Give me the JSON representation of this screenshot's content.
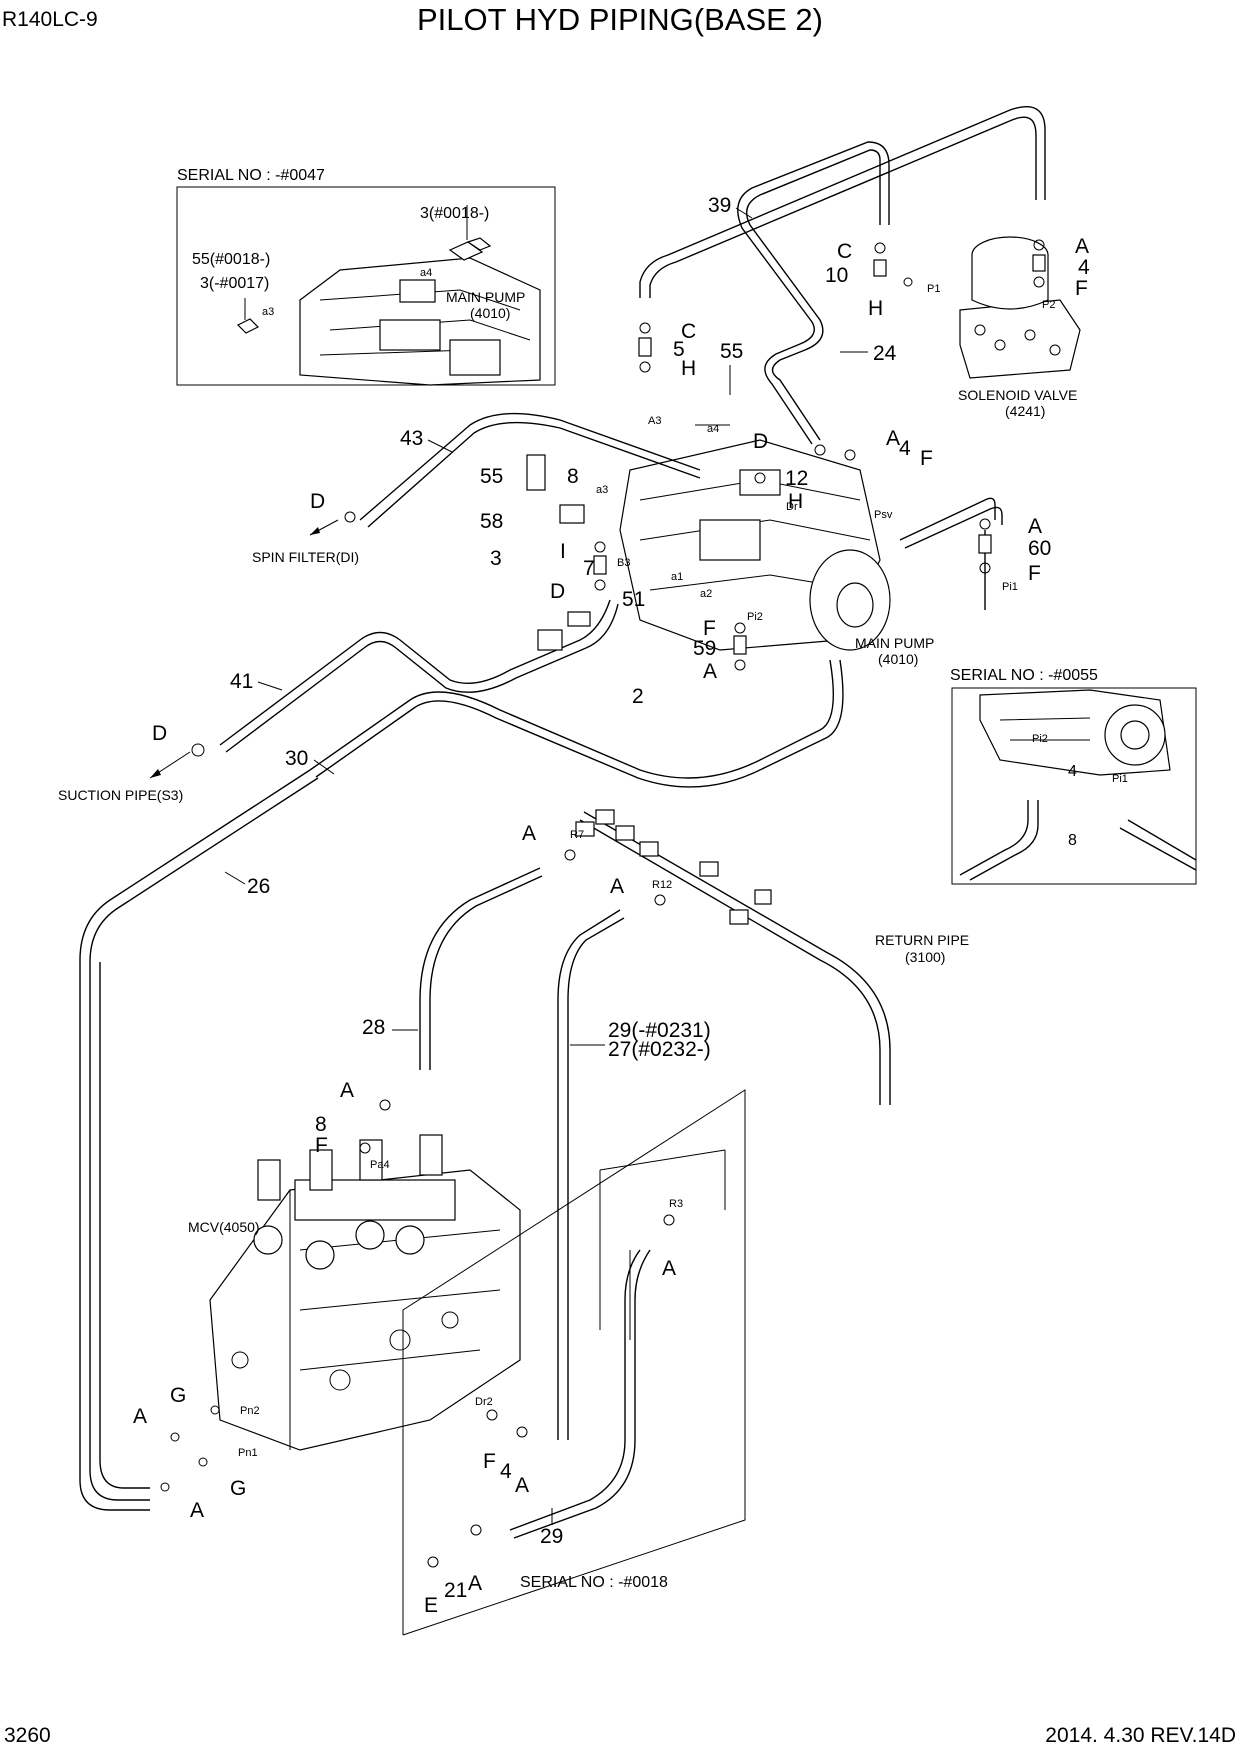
{
  "header": {
    "model": "R140LC-9",
    "title": "PILOT HYD PIPING(BASE 2)"
  },
  "footer": {
    "page": "3260",
    "revision": "2014. 4.30  REV.14D"
  },
  "insets": {
    "top_left": {
      "serial": "SERIAL NO : -#0047",
      "lbl_3": "3(#0018-)",
      "lbl_55": "55(#0018-)",
      "lbl_3b": "3(-#0017)",
      "pump": "MAIN PUMP",
      "pump_no": "(4010)",
      "port_a4": "a4",
      "port_a3": "a3"
    },
    "right": {
      "serial": "SERIAL NO : -#0055",
      "lbl_4": "4",
      "lbl_8": "8",
      "port_pi2": "Pi2",
      "port_pi1": "Pi1"
    },
    "bottom": {
      "serial": "SERIAL NO : -#0018"
    }
  },
  "components": {
    "solenoid": "SOLENOID VALVE",
    "solenoid_no": "(4241)",
    "main_pump": "MAIN PUMP",
    "main_pump_no": "(4010)",
    "mcv": "MCV(4050)",
    "return_pipe": "RETURN PIPE",
    "return_pipe_no": "(3100)",
    "spin_filter": "SPIN FILTER(DI)",
    "suction_pipe": "SUCTION PIPE(S3)"
  },
  "callouts": {
    "n39": "39",
    "n24": "24",
    "n43": "43",
    "n41": "41",
    "n30": "30",
    "n26": "26",
    "n28": "28",
    "n29a": "29(-#0231)",
    "n27": "27(#0232-)",
    "n29": "29",
    "n10": "10",
    "n5": "5",
    "n55": "55",
    "n8": "8",
    "n58": "58",
    "n3": "3",
    "n7": "7",
    "n12": "12",
    "n51": "51",
    "n2": "2",
    "n59": "59",
    "n60": "60",
    "n4a": "4",
    "n4b": "4",
    "n4c": "4",
    "n8b": "8",
    "n21": "21",
    "A": "A",
    "C": "C",
    "D": "D",
    "E": "E",
    "F": "F",
    "G": "G",
    "H": "H",
    "I": "I"
  },
  "ports": {
    "P1": "P1",
    "P2": "P2",
    "A3": "A3",
    "a4": "a4",
    "a3": "a3",
    "a1": "a1",
    "a2": "a2",
    "B3": "B3",
    "Dr": "Dr",
    "Psv": "Psv",
    "Pi1": "Pi1",
    "Pi2": "Pi2",
    "R7": "R7",
    "R12": "R12",
    "R3": "R3",
    "Pa4": "Pa4",
    "Pn1": "Pn1",
    "Pn2": "Pn2",
    "Dr2": "Dr2"
  }
}
